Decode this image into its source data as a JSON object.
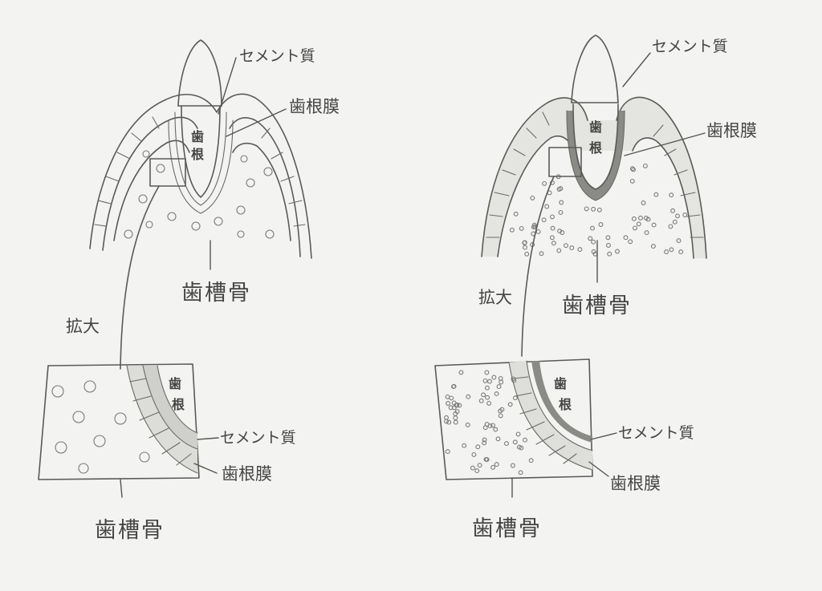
{
  "colors": {
    "paper": "#f3f3f1",
    "pencil": "#5a5a5a",
    "shade_light": "#d9d9d6",
    "shade_dark": "#8a8a86"
  },
  "left": {
    "cementum": "セメント質",
    "pdl": "歯根膜",
    "root_top": "歯",
    "root_bottom": "根",
    "bone": "歯槽骨",
    "magnify": "拡大",
    "inset_root_top": "歯",
    "inset_root_bottom": "根",
    "inset_cementum": "セメント質",
    "inset_pdl": "歯根膜",
    "inset_bone": "歯槽骨"
  },
  "right": {
    "cementum": "セメント質",
    "pdl": "歯根膜",
    "root_top": "歯",
    "root_bottom": "根",
    "bone": "歯槽骨",
    "magnify": "拡大",
    "inset_root_top": "歯",
    "inset_root_bottom": "根",
    "inset_cementum": "セメント質",
    "inset_pdl": "歯根膜",
    "inset_bone": "歯槽骨"
  }
}
